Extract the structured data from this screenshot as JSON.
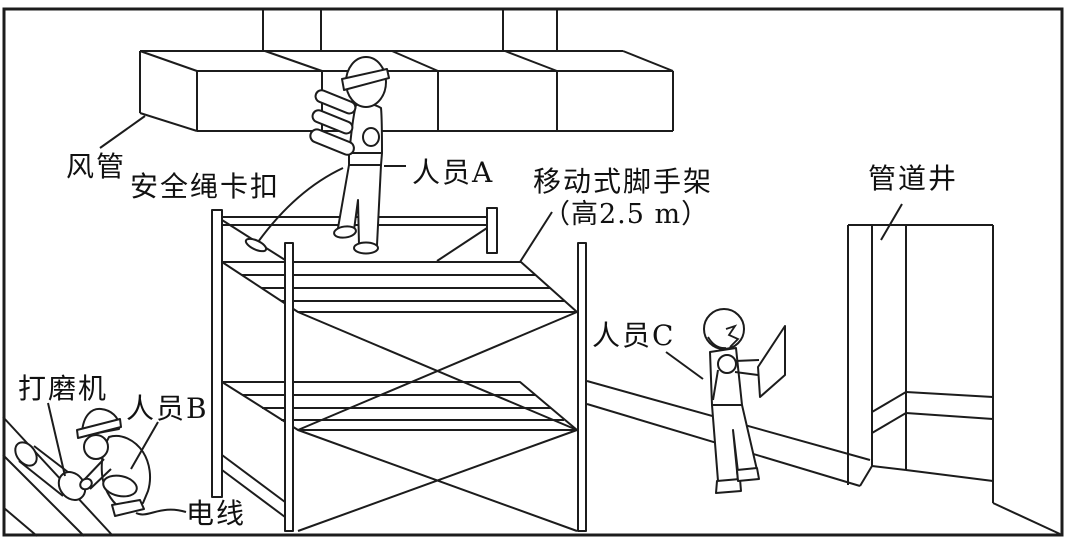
{
  "figure": {
    "labels": {
      "air_duct": "风管",
      "safety_rope_clip": "安全绳卡扣",
      "worker_a": "人员A",
      "scaffold_line1": "移动式脚手架",
      "scaffold_line2": "（高2.5 m）",
      "pipe_shaft": "管道井",
      "worker_c": "人员C",
      "grinder": "打磨机",
      "worker_b": "人员B",
      "wire": "电线"
    },
    "values": {
      "scaffold_height": "2.5 m"
    },
    "colors": {
      "line": "#1c1c1c",
      "background": "#ffffff"
    }
  }
}
